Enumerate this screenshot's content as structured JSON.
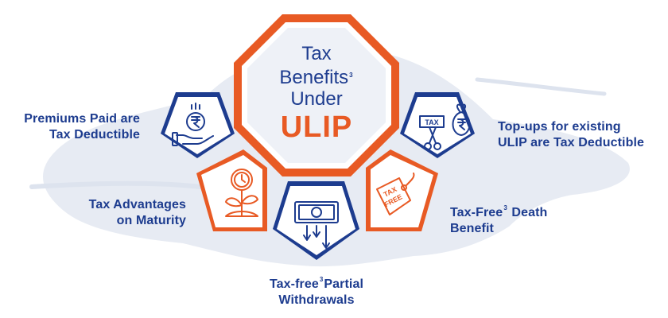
{
  "colors": {
    "navy": "#1d3c8f",
    "orange": "#e85a24",
    "splash": "#e7ebf3",
    "white": "#ffffff"
  },
  "title": {
    "line1": "Tax",
    "line2": "Benefits",
    "line2_sup": "3",
    "line3": "Under",
    "line4": "ULIP"
  },
  "benefits": [
    {
      "id": "premiums",
      "icon": "rupee-coin-hand-icon",
      "line1": "Premiums Paid are",
      "line2": "Tax Deductible"
    },
    {
      "id": "maturity",
      "icon": "plant-clock-icon",
      "line1": "Tax Advantages",
      "line2": "on Maturity"
    },
    {
      "id": "withdrawals",
      "icon": "cash-withdraw-icon",
      "line1_pre": "Tax-free",
      "line1_sup": "3",
      "line1_post": "Partial",
      "line2": "Withdrawals"
    },
    {
      "id": "death",
      "icon": "tax-free-tag-icon",
      "line1_pre": "Tax-Free",
      "line1_sup": "3",
      "line1_post": " Death",
      "line2": "Benefit"
    },
    {
      "id": "topups",
      "icon": "tax-cut-bag-icon",
      "line1": "Top-ups for existing",
      "line2": "ULIP are Tax Deductible"
    }
  ],
  "icon_text": {
    "tax_tag_line1": "TAX",
    "tax_tag_line2": "FREE",
    "tax_doc": "TAX"
  }
}
